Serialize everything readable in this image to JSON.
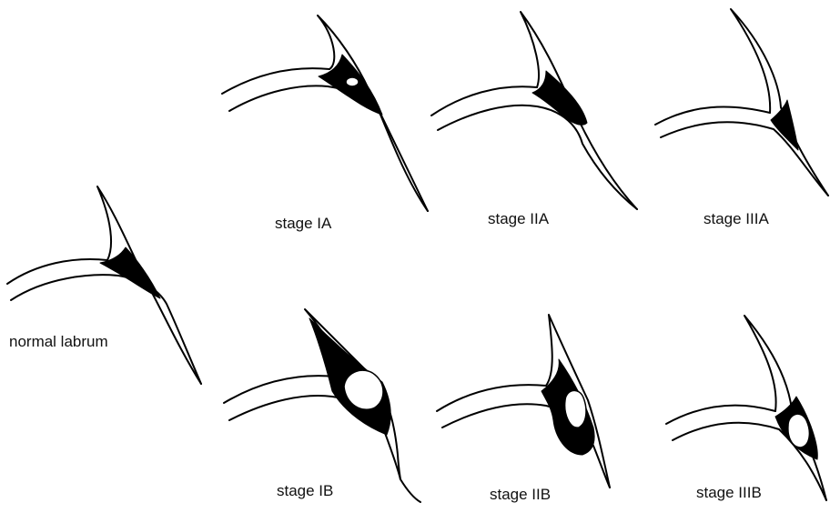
{
  "figure": {
    "panels": [
      {
        "id": "normal",
        "label": "normal labrum"
      },
      {
        "id": "1a",
        "label": "stage IA"
      },
      {
        "id": "2a",
        "label": "stage IIA"
      },
      {
        "id": "3a",
        "label": "stage IIIA"
      },
      {
        "id": "1b",
        "label": "stage IB"
      },
      {
        "id": "2b",
        "label": "stage IIB"
      },
      {
        "id": "3b",
        "label": "stage IIIB"
      }
    ]
  }
}
